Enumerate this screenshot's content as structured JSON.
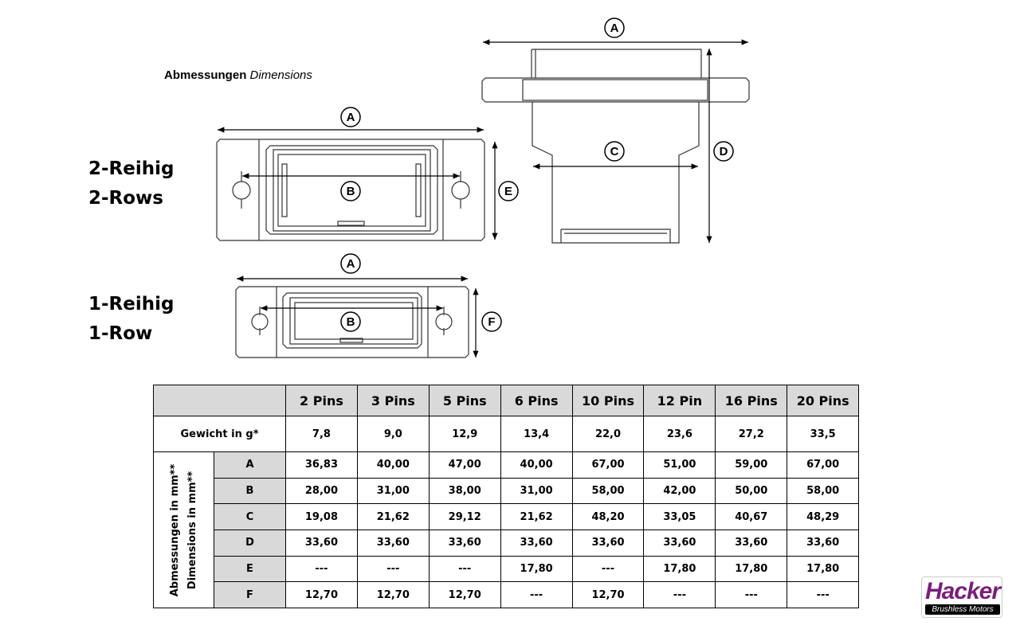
{
  "title": {
    "de": "Abmessungen",
    "en": "Dimensions"
  },
  "row_labels": {
    "two_de": "2-Reihig",
    "two_en": "2-Rows",
    "one_de": "1-Reihig",
    "one_en": "1-Row"
  },
  "callouts": {
    "A": "A",
    "B": "B",
    "C": "C",
    "D": "D",
    "E": "E",
    "F": "F"
  },
  "table": {
    "columns": [
      "2 Pins",
      "3 Pins",
      "5 Pins",
      "6 Pins",
      "10 Pins",
      "12 Pin",
      "16 Pins",
      "20 Pins"
    ],
    "weight_label": "Gewicht in g*",
    "weights": [
      "7,8",
      "9,0",
      "12,9",
      "13,4",
      "22,0",
      "23,6",
      "27,2",
      "33,5"
    ],
    "dim_label_de": "Abmessungen in mm**",
    "dim_label_en": "Dimensions in mm**",
    "rows": [
      {
        "letter": "A",
        "values": [
          "36,83",
          "40,00",
          "47,00",
          "40,00",
          "67,00",
          "51,00",
          "59,00",
          "67,00"
        ]
      },
      {
        "letter": "B",
        "values": [
          "28,00",
          "31,00",
          "38,00",
          "31,00",
          "58,00",
          "42,00",
          "50,00",
          "58,00"
        ]
      },
      {
        "letter": "C",
        "values": [
          "19,08",
          "21,62",
          "29,12",
          "21,62",
          "48,20",
          "33,05",
          "40,67",
          "48,29"
        ]
      },
      {
        "letter": "D",
        "values": [
          "33,60",
          "33,60",
          "33,60",
          "33,60",
          "33,60",
          "33,60",
          "33,60",
          "33,60"
        ]
      },
      {
        "letter": "E",
        "values": [
          "---",
          "---",
          "---",
          "17,80",
          "---",
          "17,80",
          "17,80",
          "17,80"
        ]
      },
      {
        "letter": "F",
        "values": [
          "12,70",
          "12,70",
          "12,70",
          "---",
          "12,70",
          "---",
          "---",
          "---"
        ]
      }
    ]
  },
  "logo": {
    "brand": "Hacker",
    "tagline": "Brushless Motors"
  }
}
